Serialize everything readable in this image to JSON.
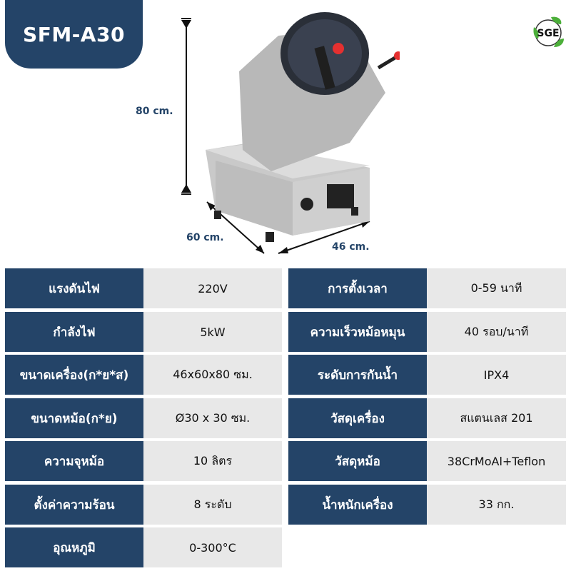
{
  "header": {
    "model": "SFM-A30"
  },
  "logo": {
    "text": "SGE",
    "icon": "leaf-recycle-logo-icon",
    "colors": {
      "leaf": "#4caf3a",
      "text": "#111111"
    }
  },
  "dimensions": {
    "height": "80 cm.",
    "depth": "60 cm.",
    "width": "46 cm."
  },
  "colors": {
    "label_bg": "#244468",
    "value_bg": "#e8e8e8",
    "accent_text": "#244468"
  },
  "specs_left": [
    {
      "label": "แรงดันไฟ",
      "value": "220V"
    },
    {
      "label": "กำลังไฟ",
      "value": "5kW"
    },
    {
      "label": "ขนาดเครื่อง(ก*ย*ส)",
      "value": "46x60x80 ซม."
    },
    {
      "label": "ขนาดหม้อ(ก*ย)",
      "value": "Ø30 x 30 ซม."
    },
    {
      "label": "ความจุหม้อ",
      "value": "10 ลิตร"
    },
    {
      "label": "ตั้งค่าความร้อน",
      "value": "8 ระดับ"
    },
    {
      "label": "อุณหภูมิ",
      "value": "0-300°C"
    }
  ],
  "specs_right": [
    {
      "label": "การตั้งเวลา",
      "value": "0-59 นาที"
    },
    {
      "label": "ความเร็วหม้อหมุน",
      "value": "40 รอบ/นาที"
    },
    {
      "label": "ระดับการกันน้ำ",
      "value": "IPX4"
    },
    {
      "label": "วัสดุเครื่อง",
      "value": "สแตนเลส 201"
    },
    {
      "label": "วัสดุหม้อ",
      "value": "38CrMoAl+Teflon"
    },
    {
      "label": "น้ำหนักเครื่อง",
      "value": "33 กก."
    }
  ]
}
